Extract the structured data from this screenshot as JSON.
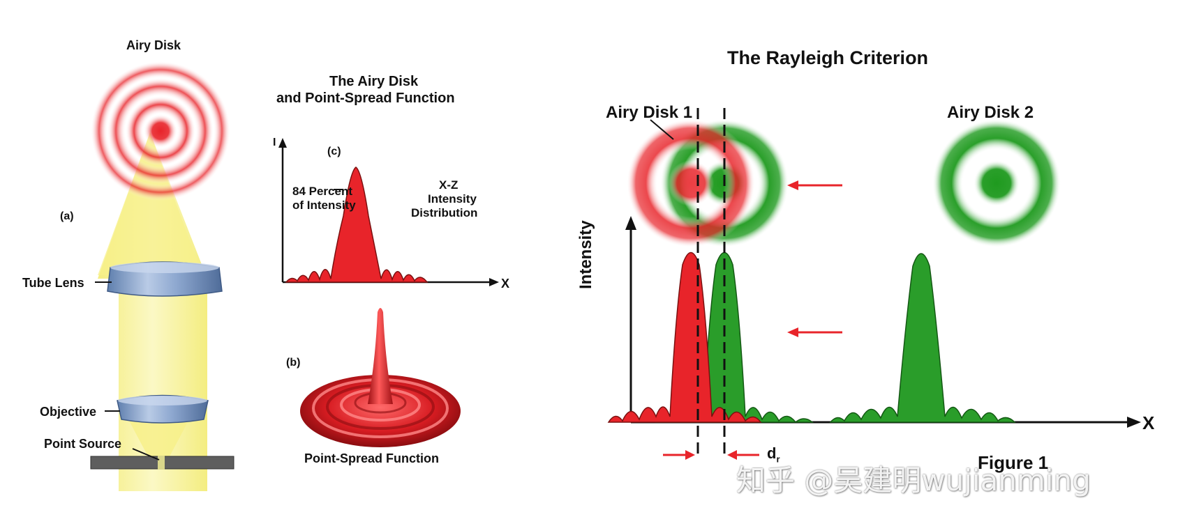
{
  "left_panel": {
    "airy_disk_label": "Airy Disk",
    "label_a": "(a)",
    "tube_lens_label": "Tube Lens",
    "objective_label": "Objective",
    "point_source_label": "Point Source"
  },
  "middle_panel": {
    "title_line1": "The Airy Disk",
    "title_line2": "and Point-Spread Function",
    "label_c": "(c)",
    "y_axis": "I",
    "x_axis": "X",
    "percent_line1": "84 Percent",
    "percent_line2": "of Intensity",
    "xz_line1": "X-Z",
    "xz_line2": "Intensity",
    "xz_line3": "Distribution",
    "label_b": "(b)",
    "psf_label": "Point-Spread Function"
  },
  "right_panel": {
    "title": "The Rayleigh Criterion",
    "airy_disk_1": "Airy Disk 1",
    "airy_disk_2": "Airy Disk 2",
    "y_axis": "Intensity",
    "x_axis": "X",
    "distance_label": "d",
    "distance_sub": "r",
    "figure_label": "Figure 1"
  },
  "watermark": "知乎 @吴建明wujianming",
  "colors": {
    "red": "#e8242a",
    "green": "#2a9d2a",
    "beam_yellow": "#f7f08a",
    "lens_blue": "#7f9dc8"
  }
}
